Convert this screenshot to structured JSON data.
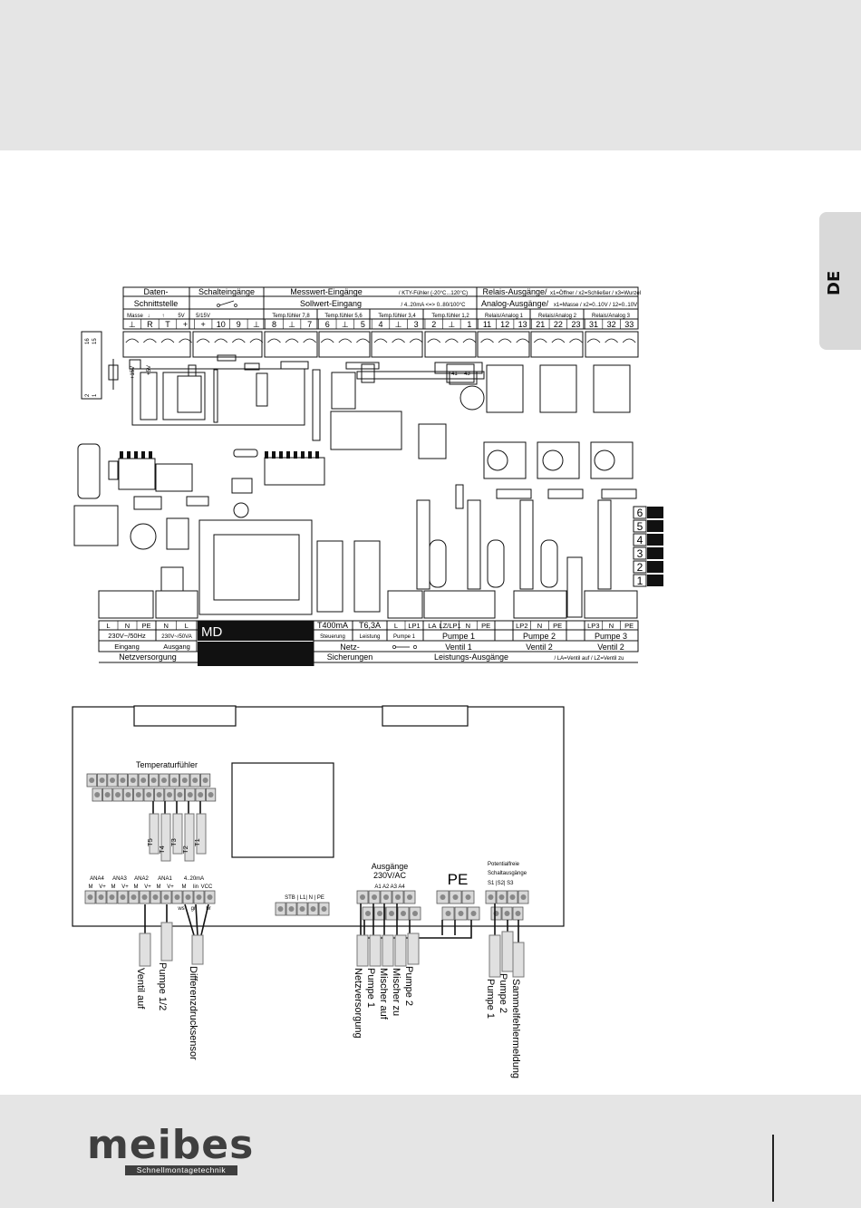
{
  "page": {
    "lang_tab": "DE"
  },
  "board": {
    "header": {
      "daten": "Daten-",
      "schnittstelle": "Schnittstelle",
      "schalteingaenge": "Schalteingänge",
      "messwert": "Messwert-Eingänge",
      "kty": "/ KTY-Fühler (-20°C...120°C)",
      "relais_ausgaenge": "Relais-Ausgänge/",
      "relais_opts": "x1=Öffner / x2=Schließer / x3=Wurzel",
      "sollwert": "Sollwert-Eingang",
      "current": "/ 4..20mA <=> 0..80/100°C",
      "analog_ausgaenge": "Analog-Ausgänge/",
      "analog_opts": "x1=Masse / x2=0..10V / 12=0..10V",
      "data_pins": [
        "Masse",
        "↓",
        "↑",
        "5V",
        "5/15V"
      ],
      "temp_groups": [
        "Temp.fühler 7,8",
        "Temp.fühler 5,6",
        "Temp.fühler 3,4",
        "Temp.fühler 1,2"
      ],
      "relais_groups": [
        "Relais/Analog 1",
        "Relais/Analog 2",
        "Relais/Analog 3"
      ],
      "pins": [
        "⊥",
        "R",
        "T",
        "+",
        "+",
        "10",
        "9",
        "⊥",
        "8",
        "⊥",
        "7",
        "6",
        "⊥",
        "5",
        "4",
        "⊥",
        "3",
        "2",
        "⊥",
        "1",
        "11",
        "12",
        "13",
        "21",
        "22",
        "23",
        "31",
        "32",
        "33"
      ]
    },
    "footer": {
      "netz_pins": [
        "L",
        "N",
        "PE"
      ],
      "netz_freq": "230V~/50Hz",
      "eingang": "Eingang",
      "aus_pins": [
        "N",
        "L"
      ],
      "aus_rating": "230V~/50VA",
      "ausgang": "Ausgang",
      "netzversorgung": "Netzversorgung",
      "md": "MD",
      "fuse1": "T400mA",
      "fuse2": "T6,3A",
      "steuerung": "Steuerung",
      "leistung": "Leistung",
      "netz_sich": "Netz-",
      "sicherungen": "Sicherungen",
      "lp_pins": [
        "L",
        "LP1"
      ],
      "pumpe1_a": "Pumpe 1",
      "la_pins": [
        "LA",
        "LZ/LP1",
        "N",
        "PE"
      ],
      "pumpe1": "Pumpe 1",
      "ventil1": "Ventil 1",
      "lp2_pins": [
        "LP2",
        "N",
        "PE"
      ],
      "pumpe2": "Pumpe 2",
      "ventil2a": "Ventil 2",
      "lp3_pins": [
        "LP3",
        "N",
        "PE"
      ],
      "pumpe3": "Pumpe 3",
      "ventil2b": "Ventil 2",
      "leistungs": "Leistungs-Ausgänge",
      "legend": "/ LA=Ventil auf / LZ=Ventil zu"
    },
    "relay_numbers": [
      "6",
      "5",
      "4",
      "3",
      "2",
      "1"
    ],
    "misc": {
      "t41": "41",
      "t43": "43",
      "v15": "+15V",
      "v5": "+5V",
      "n16": "16",
      "n15": "15",
      "n2": "2",
      "n1": "1"
    }
  },
  "wiring": {
    "temp_title": "Temperaturfühler",
    "sensors": [
      "T5",
      "T4",
      "T3",
      "T2",
      "T1"
    ],
    "analog_labels": [
      "ANA4",
      "ANA3",
      "ANA2",
      "ANA1",
      "4..20mA"
    ],
    "analog_pins": [
      "M",
      "V+",
      "M",
      "V+",
      "M",
      "V+",
      "M",
      "V+",
      "M",
      "lin",
      "VCC"
    ],
    "wire_colors": [
      "ws",
      "gn",
      "br"
    ],
    "stb_label": "STB | L1| N | PE",
    "ausgaenge_1": "Ausgänge",
    "ausgaenge_2": "230V/AC",
    "a_pins": "A1 A2 A3 A4",
    "pe": "PE",
    "pot_1": "Potentialfreie",
    "pot_2": "Schaltausgänge",
    "s_pins": "S1 |S2| S3",
    "left_cables": [
      "Ventil auf",
      "Pumpe 1/2",
      "Differenzdrucksensor"
    ],
    "mid_cables": [
      "Netzversorgung",
      "Pumpe 1",
      "Mischer auf",
      "Mischer zu",
      "Pumpe 2"
    ],
    "right_cables": [
      "Pumpe 1",
      "Pumpe 2",
      "Sammelfehlermeldung"
    ]
  },
  "logo": {
    "word": "meibes",
    "tagline": "Schnellmontagetechnik"
  }
}
